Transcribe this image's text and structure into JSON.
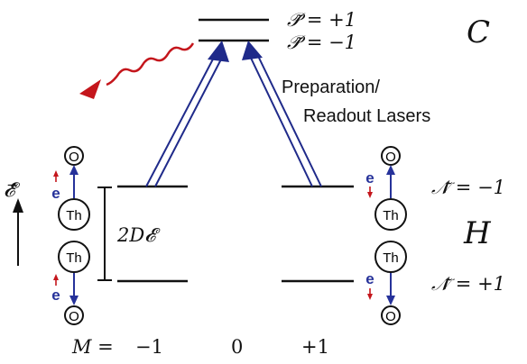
{
  "colors": {
    "level": "#111111",
    "laser": "#1f2a8a",
    "decay": "#c4161c",
    "electron_arrow_red": "#c4161c",
    "electron_arrow_blue": "#26329a"
  },
  "labels": {
    "C_state": "C",
    "H_state": "H",
    "P_plus": "𝒫̃ = +1",
    "P_minus": "𝒫̃ = −1",
    "N_minus": "𝒩̃ = −1",
    "N_plus": "𝒩̃ = +1",
    "lasers_line1": "Preparation/",
    "lasers_line2": "Readout Lasers",
    "stark_split": "2D𝓔",
    "field_symbol": "𝓔⃗",
    "M_axis_label": "M =",
    "M_values": [
      "−1",
      "0",
      "+1"
    ]
  },
  "molecule": {
    "oxygen": "O",
    "thorium": "Th",
    "electron": "e"
  },
  "icons": {
    "field_arrow": "arrow-up-icon",
    "decay": "wavy-arrow-icon"
  }
}
